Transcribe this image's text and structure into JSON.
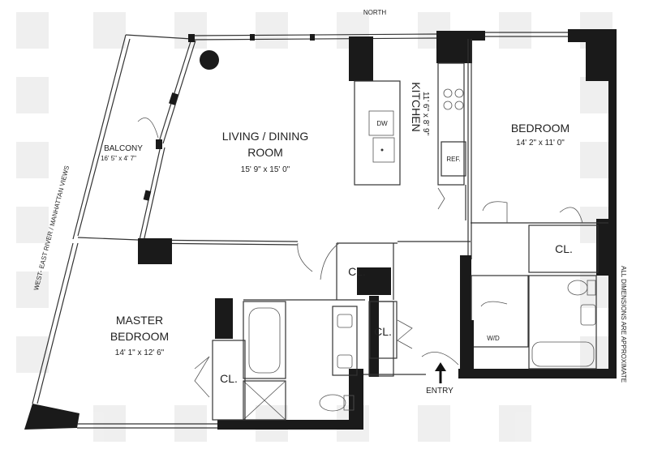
{
  "orientation": {
    "north": "NORTH"
  },
  "rooms": {
    "living": {
      "name_line1": "LIVING / DINING",
      "name_line2": "ROOM",
      "dims": "15' 9\" x 15' 0\""
    },
    "kitchen": {
      "name": "KITCHEN",
      "dims": "11' 6\" x 8' 9\""
    },
    "bedroom": {
      "name": "BEDROOM",
      "dims": "14' 2\" x 11' 0\""
    },
    "master": {
      "name_line1": "MASTER",
      "name_line2": "BEDROOM",
      "dims": "14' 1\" x 12' 6\""
    },
    "balcony": {
      "name": "BALCONY",
      "dims": "16' 5\" x 4' 7\""
    }
  },
  "fixtures": {
    "dishwasher": "DW",
    "refrigerator": "REF.",
    "washer_dryer": "W/D"
  },
  "closets": {
    "cl1": "CL.",
    "cl2": "CL.",
    "cl3": "CL.",
    "cl4": "CL."
  },
  "entry": "ENTRY",
  "notes": {
    "views": "WEST- EAST RIVER / MANHATTAN VIEWS",
    "dimensions": "ALL DIMENSIONS ARE APPROXIMATE"
  }
}
